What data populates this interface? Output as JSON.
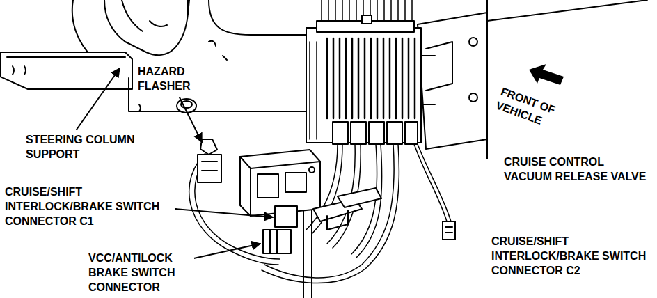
{
  "diagram": {
    "labels": [
      "HAZARD FLASHER",
      "FRONT OF VEHICLE",
      "STEERING COLUMN SUPPORT",
      "CRUISE CONTROL VACUUM RELEASE VALVE",
      "CRUISE/SHIFT INTERLOCK/BRAKE SWITCH CONNECTOR C1",
      "CRUISE/SHIFT INTERLOCK/BRAKE SWITCH CONNECTOR C2",
      "VCC/ANTILOCK BRAKE SWITCH CONNECTOR"
    ]
  }
}
